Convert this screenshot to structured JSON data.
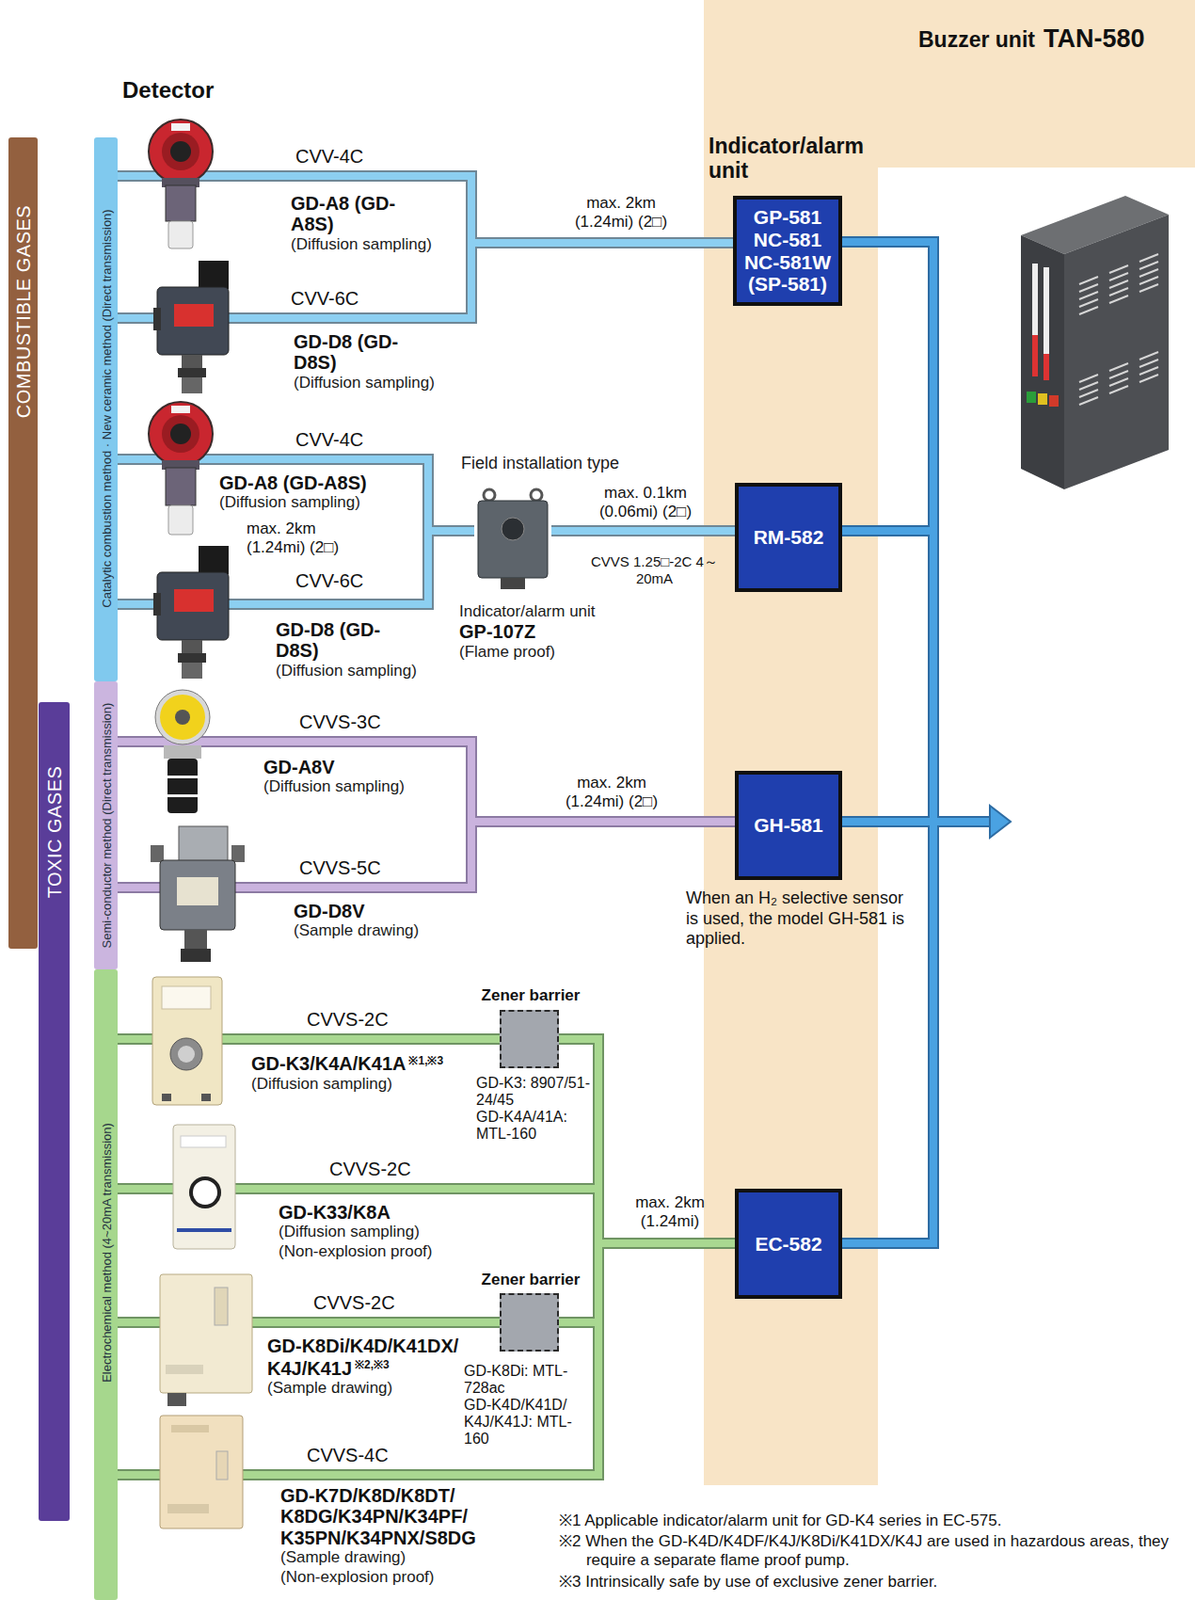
{
  "diagram": {
    "nodes": [
      {
        "text": [
          "Buzzer unit",
          "TAN-580"
        ]
      },
      {
        "text": [
          "COMBUSTIBLE GASES"
        ]
      },
      {
        "text": [
          "Catalytic combustion method · New ceramic method (Direct transmission)"
        ]
      },
      {
        "text": [
          "GD-A8 (GD-A8S)",
          "(Diffusion sampling)"
        ]
      },
      {
        "text": [
          "GD-D8 (GD-D8S)",
          "(Diffusion sampling)"
        ]
      },
      {
        "text": [
          "GP-581 NC-581 NC-581W (SP-581)"
        ]
      },
      {
        "text": [
          "GD-A8 (GD-A8S)",
          "(Diffusion sampling)"
        ]
      },
      {
        "text": [
          "GD-D8 (GD-D8S)",
          "(Diffusion sampling)"
        ]
      },
      {
        "text": [
          "Field installation type",
          "Indicator/alarm unit",
          "GP-107Z",
          "(Flame proof)"
        ]
      },
      {
        "text": [
          "RM-582"
        ]
      },
      {
        "text": [
          "TOXIC GASES"
        ]
      },
      {
        "text": [
          "Semi-conductor method (Direct transmission)"
        ]
      },
      {
        "text": [
          "GD-A8V",
          "(Diffusion sampling)"
        ]
      },
      {
        "text": [
          "GD-D8V",
          "(Sample drawing)"
        ]
      },
      {
        "text": [
          "GH-581"
        ]
      },
      {
        "text": [
          "Electrochemical method (4~20mA transmission)"
        ]
      },
      {
        "text": [
          "GD-K3/K4A/K41A",
          "※1,※3",
          "(Diffusion sampling)"
        ]
      },
      {
        "text": [
          "Zener barrier",
          "GD-K3: 8907/51-24/45",
          "GD-K4A/41A: MTL-160"
        ]
      },
      {
        "text": [
          "GD-K33/K8A",
          "(Diffusion sampling)",
          "(Non-explosion proof)"
        ]
      },
      {
        "text": [
          "EC-582"
        ]
      },
      {
        "text": [
          "GD-K8Di/K4D/K41DX/ K4J/K41J",
          "※2,※3",
          "(Sample drawing)"
        ]
      },
      {
        "text": [
          "Zener barrier",
          "GD-K8Di: MTL-728ac",
          "GD-K4D/K41D/ K4J/K41J: MTL-160"
        ]
      },
      {
        "text": [
          "GD-K7D/K8D/K8DT/ K8DG/K34PN/K34PF/ K35PN/K34PNX/S8DG",
          "(Sample drawing)",
          "(Non-explosion proof)"
        ]
      }
    ],
    "edges": [
      {
        "from": 3,
        "to": 5,
        "label": "CVV-4C",
        "arrow": "none"
      },
      {
        "from": 4,
        "to": 5,
        "label": "CVV-6C",
        "arrow": "none"
      },
      {
        "from": 6,
        "to": 8,
        "label": "CVV-4C",
        "arrow": "none"
      },
      {
        "from": 7,
        "to": 8,
        "label": "CVV-6C",
        "arrow": "none"
      },
      {
        "from": 8,
        "to": 9,
        "label": "max. 0.1km (0.06mi) (2□)",
        "arrow": "none"
      },
      {
        "from": 12,
        "to": 14,
        "label": "CVVS-3C",
        "arrow": "none"
      },
      {
        "from": 13,
        "to": 14,
        "label": "CVVS-5C",
        "arrow": "none"
      },
      {
        "from": 16,
        "to": 17,
        "label": "CVVS-2C",
        "arrow": "none"
      },
      {
        "from": 17,
        "to": 19,
        "arrow": "none"
      },
      {
        "from": 18,
        "to": 19,
        "label": "CVVS-2C",
        "arrow": "none"
      },
      {
        "from": 20,
        "to": 21,
        "label": "CVVS-2C",
        "arrow": "none"
      },
      {
        "from": 21,
        "to": 19,
        "arrow": "none"
      },
      {
        "from": 22,
        "to": 19,
        "label": "CVVS-4C",
        "arrow": "none"
      }
    ],
    "labels": [
      "Detector",
      "Indicator/alarm unit",
      "max. 2km (1.24mi) (2□)",
      "max. 2km (1.24mi) (2□)",
      "CVVS 1.25□-2C 4～20mA",
      "max. 2km (1.24mi) (2□)",
      "When an H₂ selective sensor is used, the model GH-581 is applied.",
      "max. 2km (1.24mi)",
      "※1 Applicable indicator/alarm unit for GD-K4 series in EC-575.",
      "※2 When the GD-K4D/K4DF/K4J/K8Di/K41DX/K4J are used in hazardous areas, they require a separate flame proof pump.",
      "※3 Intrinsically safe by use of exclusive zener barrier."
    ]
  }
}
